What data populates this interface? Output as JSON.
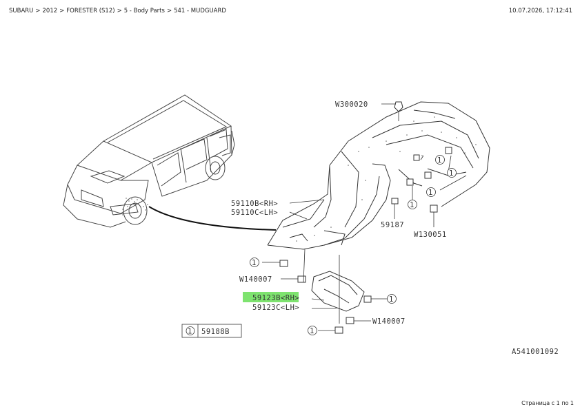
{
  "breadcrumb": [
    "SUBARU",
    "2012",
    "FORESTER (S12)",
    "5 - Body Parts",
    "541 - MUDGUARD"
  ],
  "breadcrumb_separator": ">",
  "timestamp": "10.07.2026, 17:12:41",
  "footer": {
    "page_label": "Страница с 1 по 1"
  },
  "highlight_color": "#7ee36f",
  "diagram": {
    "code": "A541001092",
    "callouts": {
      "w300020": "W300020",
      "p59110b": "59110B<RH>",
      "p59110c": "59110C<LH>",
      "p59187": "59187",
      "w130051": "W130051",
      "w140007_left": "W140007",
      "p59123b": "59123B<RH>",
      "p59123c": "59123C<LH>",
      "w140007_right": "W140007",
      "p59188b": "59188B"
    },
    "ref_marker": "1"
  }
}
